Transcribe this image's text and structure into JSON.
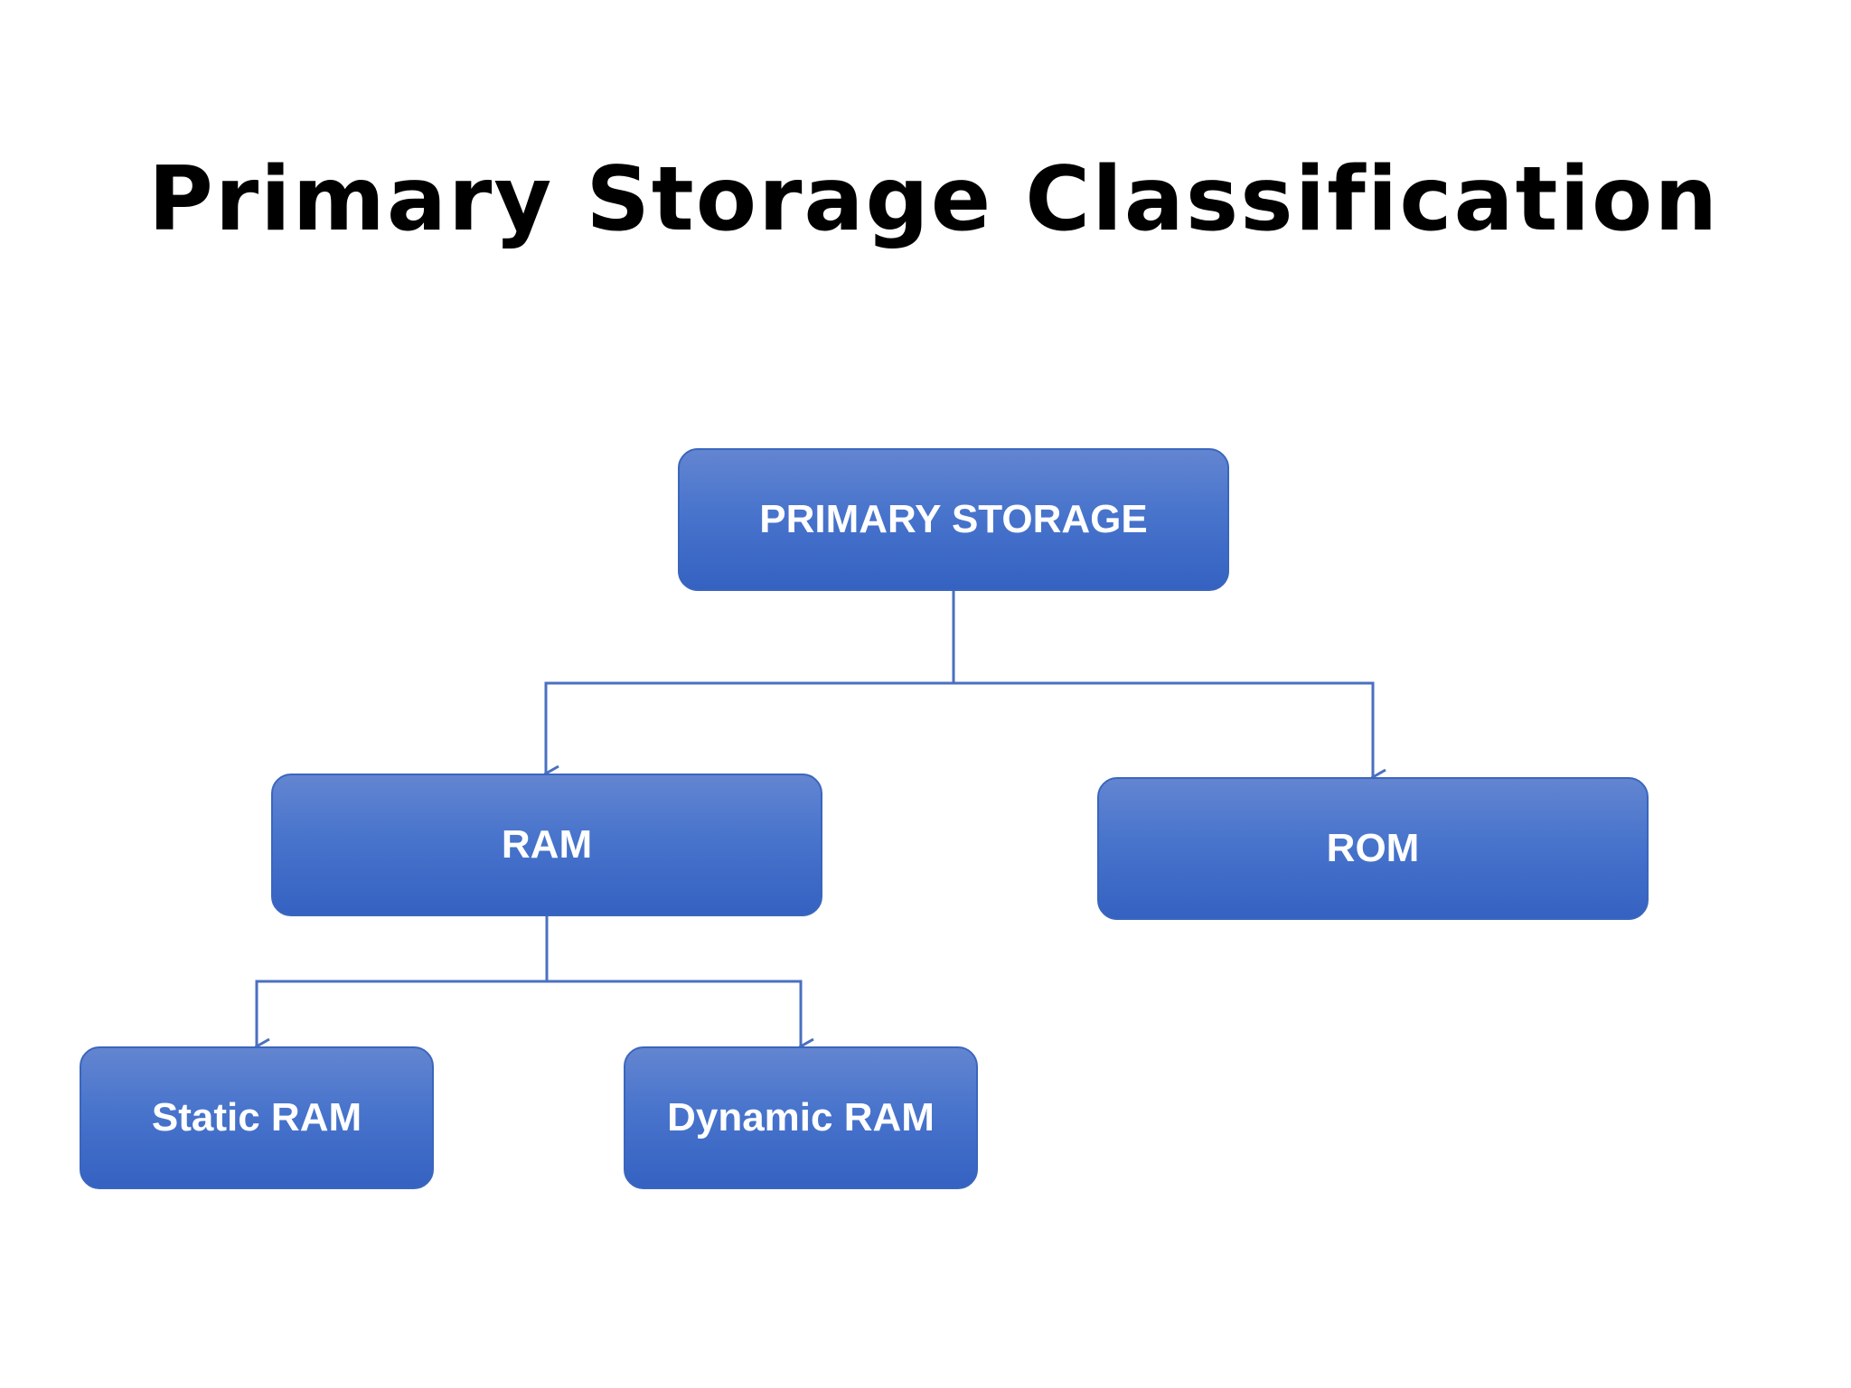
{
  "title": "Primary Storage Classification",
  "colors": {
    "node_fill_top": "#6385d1",
    "node_fill_bottom": "#3562c2",
    "connector": "#4a70c0",
    "node_text": "#ffffff",
    "title_text": "#000000"
  },
  "nodes": {
    "primary": "PRIMARY STORAGE",
    "ram": "RAM",
    "rom": "ROM",
    "static_ram": "Static RAM",
    "dynamic_ram": "Dynamic RAM"
  },
  "edges": [
    {
      "from": "primary",
      "to": "ram"
    },
    {
      "from": "primary",
      "to": "rom"
    },
    {
      "from": "ram",
      "to": "static_ram"
    },
    {
      "from": "ram",
      "to": "dynamic_ram"
    }
  ]
}
